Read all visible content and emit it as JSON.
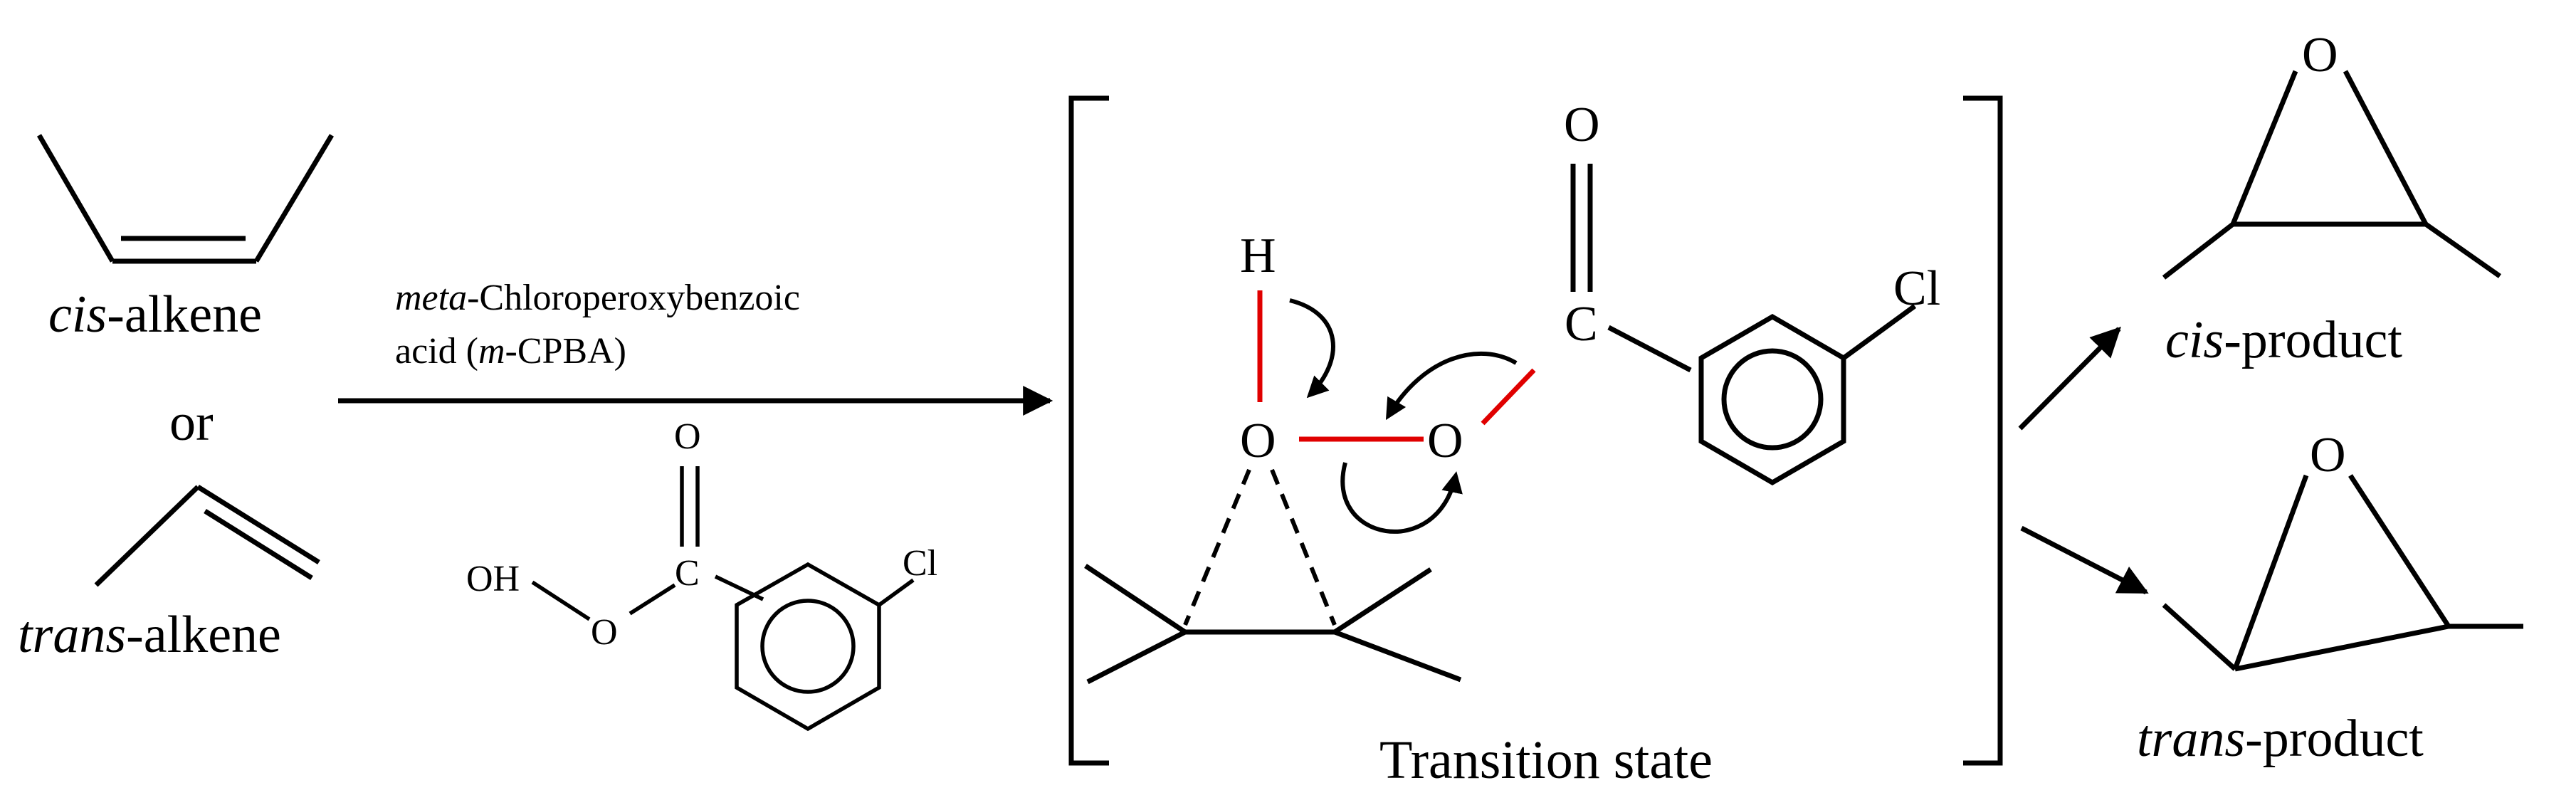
{
  "labels": {
    "cis_alkene_prefix": "cis",
    "cis_alkene_suffix": "-alkene",
    "or": "or",
    "trans_alkene_prefix": "trans",
    "trans_alkene_suffix": "-alkene",
    "reagent_line1_prefix": "meta",
    "reagent_line1_suffix": "-Chloroperoxybenzoic",
    "reagent_line2_a": "acid (",
    "reagent_line2_m": "m",
    "reagent_line2_b": "-CPBA)",
    "transition_state": "Transition state",
    "cis_product_prefix": "cis",
    "cis_product_suffix": "-product",
    "trans_product_prefix": "trans",
    "trans_product_suffix": "-product"
  },
  "atoms": {
    "mcpba_carbonyl_o": "O",
    "mcpba_carbon": "C",
    "mcpba_chlorine": "Cl",
    "mcpba_hydroxyl": "OH",
    "mcpba_peroxy_o": "O",
    "ts_hydrogen": "H",
    "ts_oxygen_left": "O",
    "ts_oxygen_right": "O",
    "ts_carbonyl_o": "O",
    "ts_carbon": "C",
    "ts_chlorine": "Cl",
    "cis_epoxide_o": "O",
    "trans_epoxide_o": "O"
  },
  "colors": {
    "bond": "#000000",
    "breaking_bond": "#e00000",
    "background": "#ffffff"
  }
}
